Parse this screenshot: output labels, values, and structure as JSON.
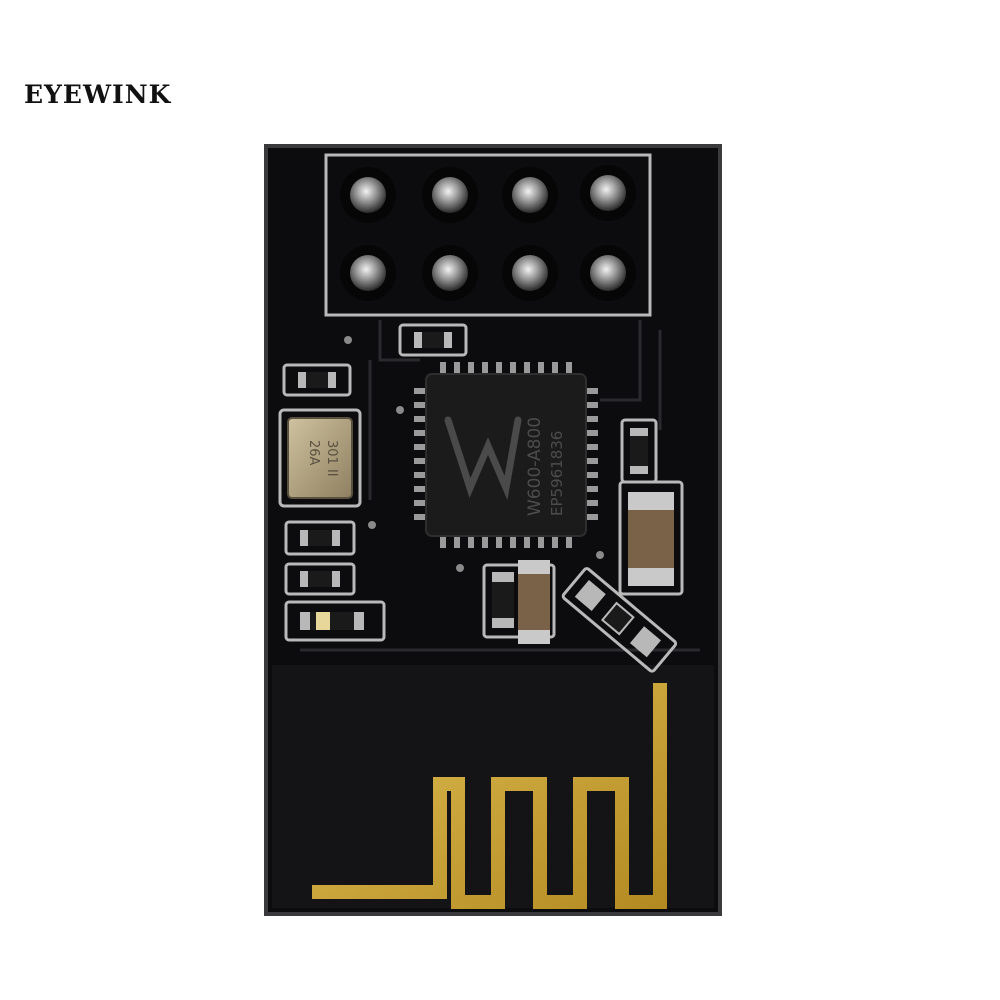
{
  "brand": {
    "logo_text": "EYEWINK"
  },
  "module": {
    "chip_marking_line1": "W600-A800",
    "chip_marking_line2": "EP5961836",
    "crystal_marking_line1": "26A",
    "crystal_marking_line2": "301 II"
  },
  "colors": {
    "pcb": "#0c0c0e",
    "pcb_edge": "#3a3a3c",
    "silkscreen": "#b9b9b9",
    "gold": "#c8a233",
    "pin_silver": "#b8b8b8",
    "chip": "#1b1b1b"
  }
}
